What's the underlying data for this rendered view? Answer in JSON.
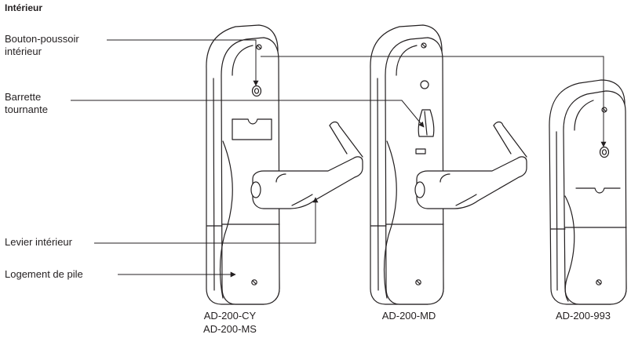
{
  "title": "Intérieur",
  "labels": {
    "push_button_line1": "Bouton-poussoir",
    "push_button_line2": "intérieur",
    "turn_bar_line1": "Barrette",
    "turn_bar_line2": "tournante",
    "inside_lever": "Levier intérieur",
    "battery_housing": "Logement de pile"
  },
  "models": {
    "left_line1": "AD-200-CY",
    "left_line2": "AD-200-MS",
    "middle": "AD-200-MD",
    "right": "AD-200-993"
  },
  "colors": {
    "line": "#231f20",
    "body_fill": "#ffffff"
  }
}
